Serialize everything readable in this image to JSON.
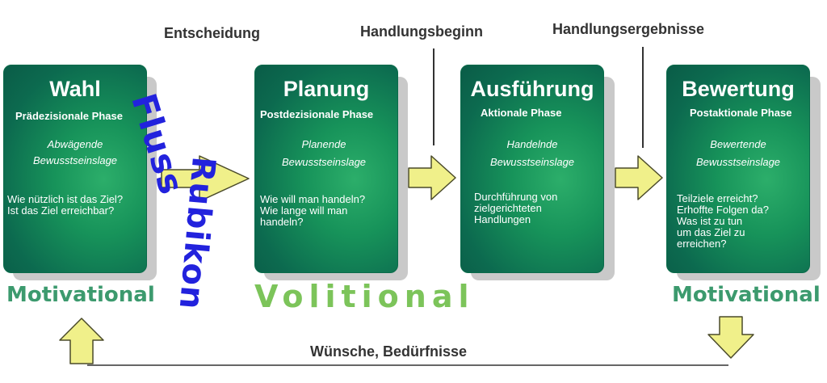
{
  "top_labels": {
    "entscheidung": "Entscheidung",
    "handlungsbeginn": "Handlungsbeginn",
    "handlungsergebnisse": "Handlungsergebnisse"
  },
  "rubikon": {
    "line1": "Fluss",
    "line2": "Rubikon"
  },
  "phases": [
    {
      "title": "Wahl",
      "subtitle": "Prädezisionale Phase",
      "mindset_line1": "Abwägende",
      "mindset_line2": "Bewusstseinslage",
      "q1": "Wie nützlich ist das Ziel?",
      "q2": "Ist das Ziel erreichbar?"
    },
    {
      "title": "Planung",
      "subtitle": "Postdezisionale Phase",
      "mindset_line1": "Planende",
      "mindset_line2": "Bewusstseinslage",
      "q1": "Wie will man handeln?",
      "q2": "Wie lange will man",
      "q3": "handeln?"
    },
    {
      "title": "Ausführung",
      "subtitle": "Aktionale Phase",
      "mindset_line1": "Handelnde",
      "mindset_line2": "Bewusstseinslage",
      "q1": "Durchführung von",
      "q2": "zielgerichteten",
      "q3": "Handlungen"
    },
    {
      "title": "Bewertung",
      "subtitle": "Postaktionale Phase",
      "mindset_line1": "Bewertende",
      "mindset_line2": "Bewusstseinslage",
      "q1": "Teilziele erreicht?",
      "q2": "Erhoffte Folgen da?",
      "q3": "Was ist zu tun",
      "q4": "um das Ziel zu",
      "q5": "erreichen?"
    }
  ],
  "bottom_labels": {
    "motivational_left": "Motivational",
    "volitional": "Volitional",
    "motivational_right": "Motivational"
  },
  "cycle_label": "Wünsche, Bedürfnisse",
  "colors": {
    "box_green": "#17935a",
    "arrow_fill": "#f0f08a",
    "arrow_stroke": "#4a4a2a",
    "motivational": "#3c9a6e",
    "volitional": "#7cc45a",
    "rubikon": "#2222dd"
  }
}
